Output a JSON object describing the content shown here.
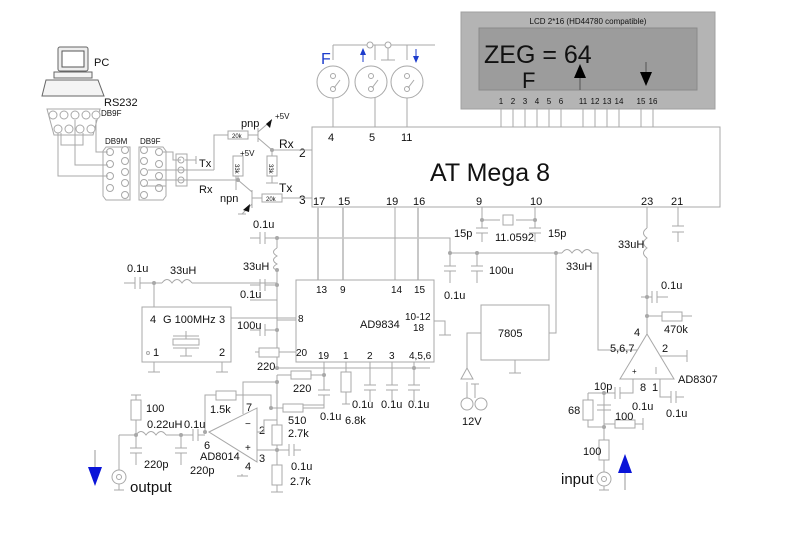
{
  "lcd": {
    "title": "LCD 2*16  (HD44780 compatible)",
    "line1": "ZEG = 64",
    "line2": "F",
    "pins": [
      "1",
      "2",
      "3",
      "4",
      "5",
      "6",
      "11",
      "12",
      "13",
      "14",
      "15",
      "16"
    ],
    "bg_color": "#b4b4b4",
    "screen_color": "#9c9c9c"
  },
  "buttons": {
    "f_label": "F",
    "up_label": "up-arrow",
    "down_label": "down-arrow",
    "label_color": "#1c3ccc",
    "pins": [
      "4",
      "5",
      "11"
    ]
  },
  "pc": {
    "label": "PC",
    "rs232_label": "RS232",
    "db9f_top": "DB9F",
    "db9m": "DB9M",
    "db9f": "DB9F"
  },
  "serial": {
    "tx_left": "Tx",
    "rx_left": "Rx",
    "pnp": "pnp",
    "npn": "npn",
    "plus5v_1": "+5V",
    "plus5v_2": "+5V",
    "r20k_1": "20k",
    "r20k_2": "20k",
    "r33k_1": "33k",
    "r33k_2": "33k",
    "rx_right": "Rx",
    "tx_right": "Tx"
  },
  "mcu": {
    "name": "AT Mega 8",
    "pin_2": "2",
    "pin_3": "3",
    "bottom_pins": [
      "17",
      "15",
      "19",
      "16",
      "9",
      "10",
      "23",
      "21"
    ]
  },
  "crystal": {
    "c1": "15p",
    "c2": "15p",
    "freq": "11.0592"
  },
  "supply": {
    "c_01u_a": "0.1u",
    "c_100u": "100u",
    "l_33uh": "33uH",
    "regulator": "7805",
    "input_v": "12V"
  },
  "dds": {
    "name": "AD9834",
    "pins_top": [
      "13",
      "9",
      "14",
      "15"
    ],
    "pin_8": "8",
    "pin_20": "20",
    "pins_right": "10-12",
    "pin_18": "18",
    "pins_bottom": [
      "19",
      "1",
      "2",
      "3",
      "4,5,6"
    ],
    "c_top": "0.1u",
    "l_top": "33uH",
    "c_mid": "0.1u",
    "c_100u": "100u",
    "r_220": "220",
    "r_220b": "220",
    "c_bot": [
      "0.1u",
      "0.1u",
      "0.1u"
    ],
    "c_19": "0.1u",
    "r_68k": "6.8k"
  },
  "osc": {
    "name": "G 100MHz",
    "pin4": "4",
    "pin3": "3",
    "pin1": "1",
    "pin2": "2",
    "c": "0.1u",
    "l": "33uH"
  },
  "amp": {
    "name": "AD8014",
    "pin7": "7",
    "pin2": "2",
    "pin6": "6",
    "pin3": "3",
    "pin4": "4",
    "r_fb": "1.5k",
    "r_510": "510",
    "r_27k_a": "2.7k",
    "r_27k_b": "2.7k",
    "c_01u": "0.1u",
    "c_in": "0.1u",
    "l_022": "0.22uH",
    "r_100": "100",
    "c_220p_a": "220p",
    "c_220p_b": "220p",
    "output_label": "output"
  },
  "log_amp": {
    "name": "AD8307",
    "pin4": "4",
    "pins_567": "5,6,7",
    "pin2": "2",
    "pin8": "8",
    "pin1": "1",
    "l": "33uH",
    "c_top": "0.1u",
    "r_470k": "470k",
    "c_10p": "10p",
    "r_68": "68",
    "r_100a": "100",
    "r_100b": "100",
    "c_8": "0.1u",
    "c_1": "0.1u",
    "input_label": "input"
  },
  "colors": {
    "wire": "#a8a8a8",
    "arrow_blue": "#0a14d8"
  }
}
